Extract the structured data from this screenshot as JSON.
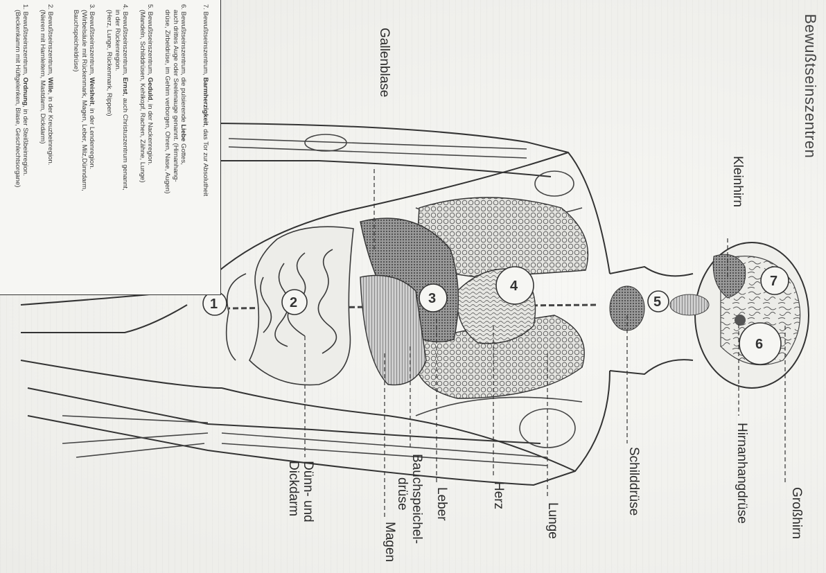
{
  "title": "Bewußtseinszentren",
  "labels": {
    "kleinhirn": "Kleinhirn",
    "gallenblase": "Gallenblase",
    "grosshirn": "Großhirn",
    "hirnanhangdruese": "Hirnanhangdrüse",
    "schilddruese": "Schilddrüse",
    "lunge": "Lunge",
    "herz": "Herz",
    "leber": "Leber",
    "bauchspeicheldruese_1": "Bauchspeichel-",
    "bauchspeicheldruese_2": "drüse",
    "magen": "Magen",
    "darm_1": "Dünn- und",
    "darm_2": "Dickdarm"
  },
  "centers": {
    "n1": "1",
    "n2": "2",
    "n3": "3",
    "n4": "4",
    "n5": "5",
    "n6": "6",
    "n7": "7"
  },
  "legend": {
    "l7_a": "7. Bewußtseinszentrum, ",
    "l7_b": "Barmherzigkeit",
    "l7_c": ", das Tor zur Absolutheit",
    "l6_a": "6. Bewußtseinszentrum, die pulsierende ",
    "l6_b": "Liebe",
    "l6_c": " Gottes,",
    "l6_d": "auch drittes Auge oder Seelenauge genannt. (Hirnanhang-",
    "l6_e": "drüse, Zirbeldrüse, im Gehirn verborgen, Ohren, Nase, Augen)",
    "l5_a": "5. Bewußtseinszentrum, ",
    "l5_b": "Geduld",
    "l5_c": ", in der Nackenregion.",
    "l5_d": "(Mandeln, Schilddrüsen, Kehlkopf, Rachen, Zähne, Lunge)",
    "l4_a": "4. Bewußtseinszentrum, ",
    "l4_b": "Ernst",
    "l4_c": ", auch Christuszentrum genannt,",
    "l4_d": "in der Rückenregion.",
    "l4_e": "(Herz, Lunge, Rückenmark, Rippen)",
    "l3_a": "3. Bewußtseinszentrum, ",
    "l3_b": "Weisheit",
    "l3_c": ", in der Lendenregion.",
    "l3_d": "(Wirbelsäule mit Rückenmark, Magen, Leber, Milz,Dünndarm,",
    "l3_e": "Bauchspeicheldrüse)",
    "l2_a": "2. Bewußtseinszentrum, ",
    "l2_b": "Wille",
    "l2_c": ", in der Kreuzbeinregion.",
    "l2_d": "(Nieren mit Harnleitern, Mastdarm, Dickdarm)",
    "l1_a": "1. Bewußtseinszentrum, ",
    "l1_b": "Ordnung",
    "l1_c": ", in der Steißbeinregion.",
    "l1_d": "(Beckenkamm mit Hüftgelenken, Blase, Geschlechtsorgane)"
  },
  "colors": {
    "ink": "#2a2a2a",
    "paper": "#f4f4f1",
    "organ_fill": "#bdbdbd",
    "organ_dark": "#8c8c8c"
  }
}
